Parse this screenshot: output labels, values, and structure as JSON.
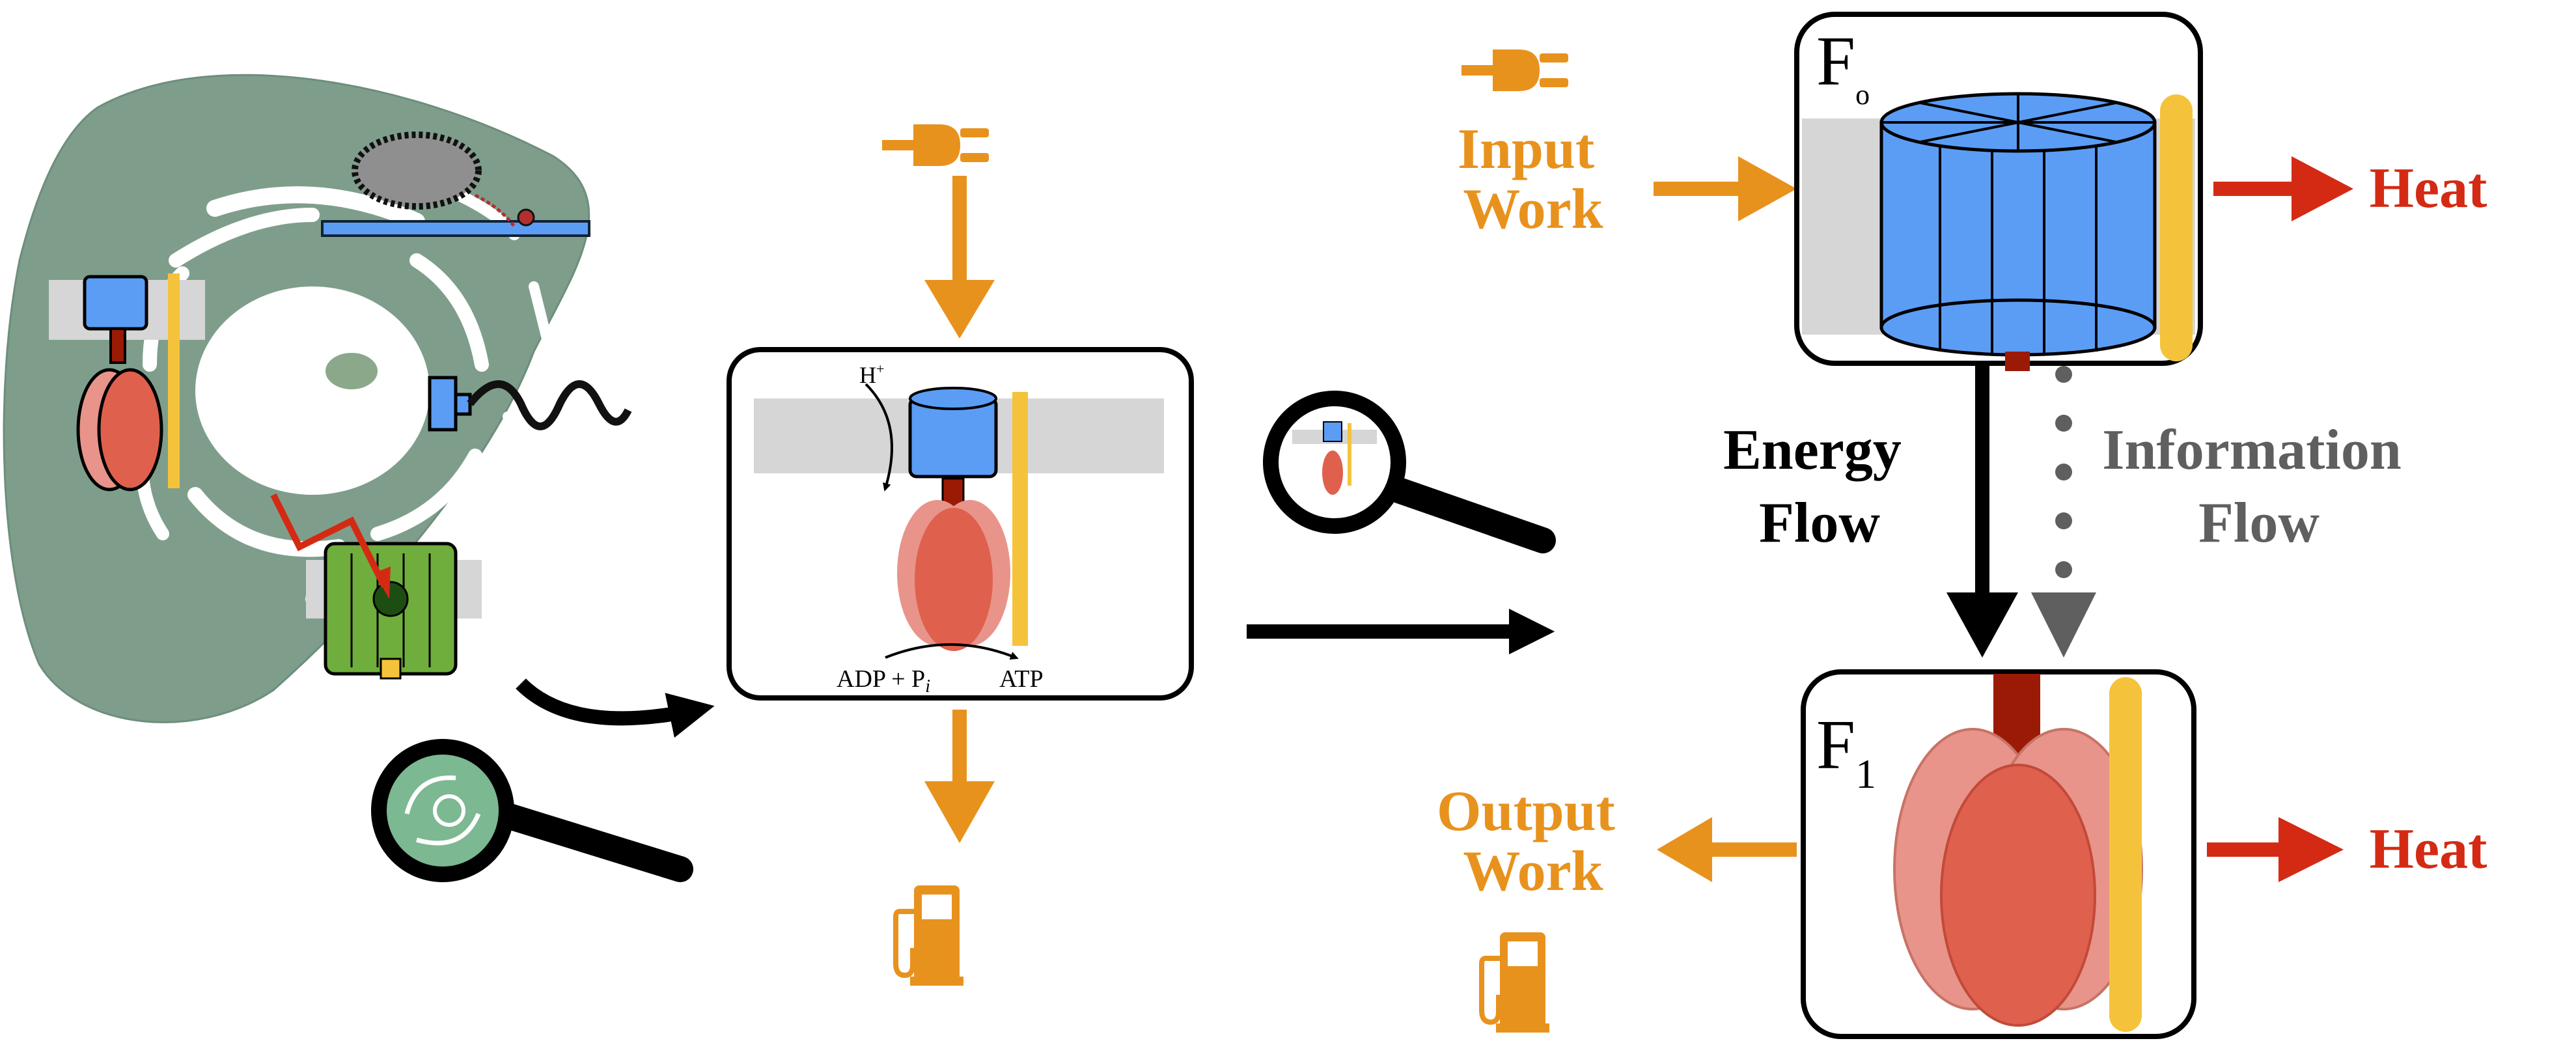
{
  "colors": {
    "orange": "#E8921E",
    "red": "#D42A14",
    "black": "#000000",
    "gray_text": "#5F5F5F",
    "membrane": "#D6D6D6",
    "stator_yellow": "#F5C33B",
    "rotor_blue": "#5B9DF5",
    "f1_pink": "#E8948A",
    "f1_red": "#E0604E",
    "stalk": "#9B1A06",
    "cell_green": "#7E9E8B",
    "photosystem_green": "#6FAE3C"
  },
  "icons": {
    "input": "plug-icon",
    "output": "fuel-pump-icon",
    "zoom": "magnifier-icon"
  },
  "middle_panel": {
    "proton_label": "H",
    "proton_charge": "+",
    "reaction_left": "ADP + P",
    "reaction_subscript": "i",
    "reaction_right": "ATP"
  },
  "right_panel": {
    "fo_label": "F",
    "fo_subscript": "o",
    "f1_label": "F",
    "f1_subscript": "1",
    "input_work": [
      "Input",
      "Work"
    ],
    "output_work": [
      "Output",
      "Work"
    ],
    "energy_flow": [
      "Energy",
      "Flow"
    ],
    "information_flow": [
      "Information",
      "Flow"
    ],
    "heat_top": "Heat",
    "heat_bottom": "Heat"
  }
}
